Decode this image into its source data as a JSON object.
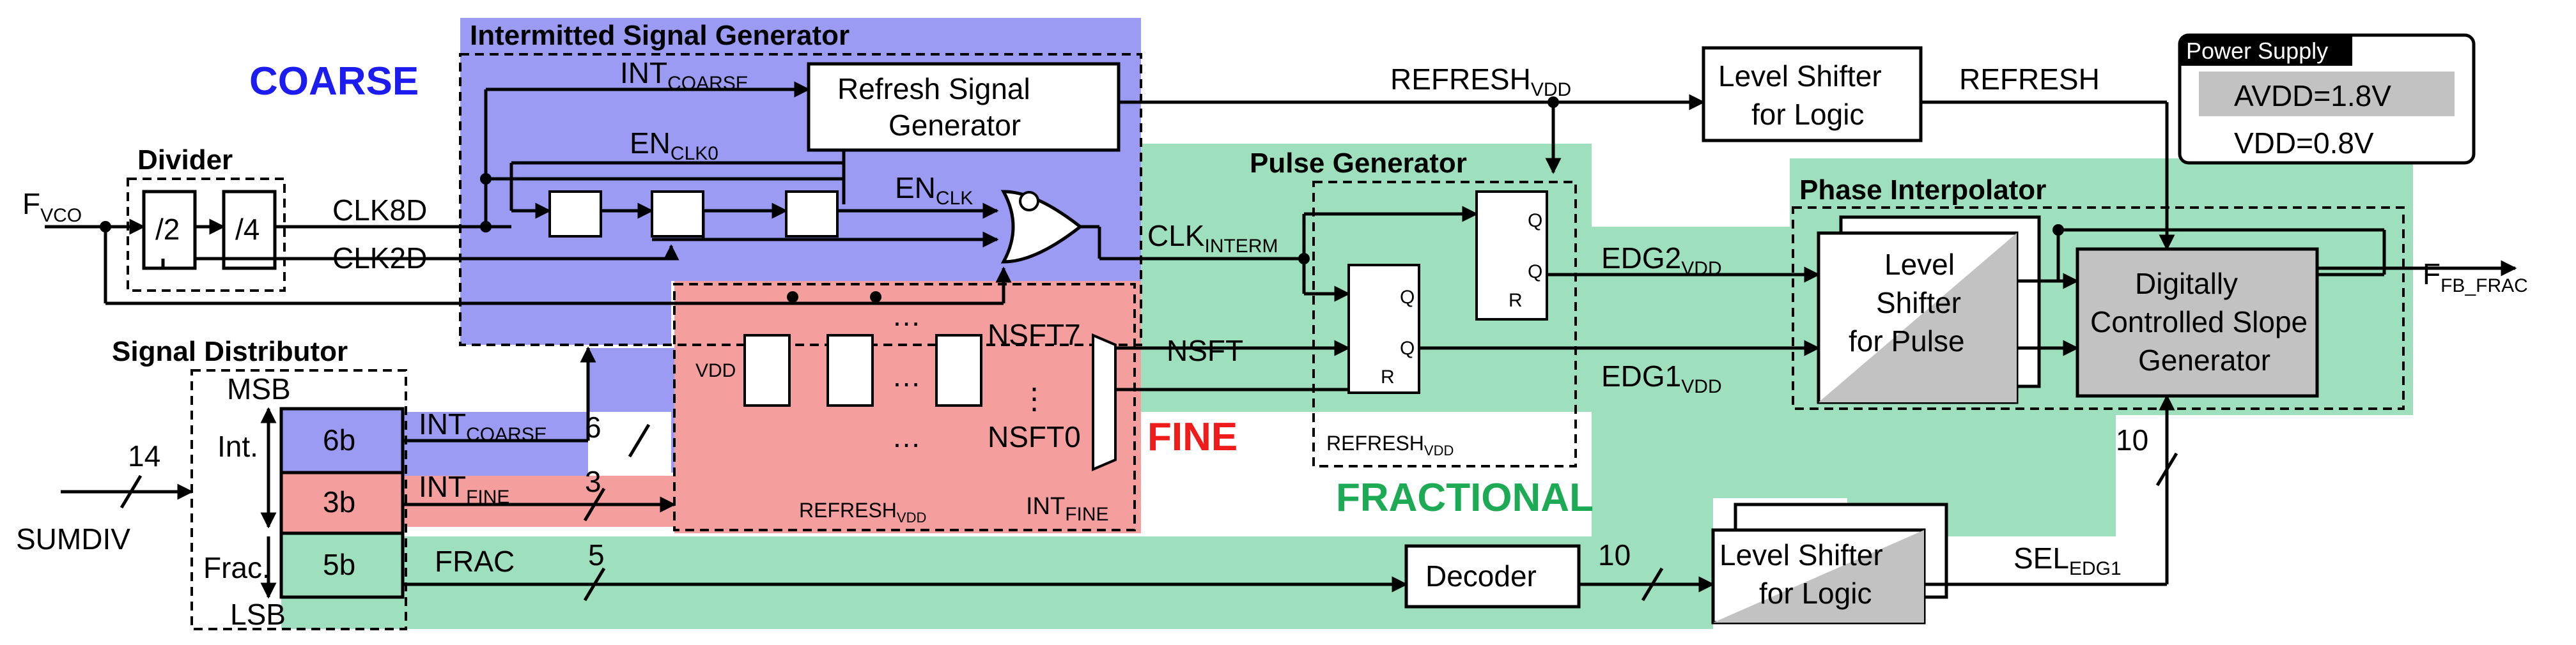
{
  "colors": {
    "coarse_region": "#9b9bf3",
    "fine_region": "#f59e9e",
    "fractional_region": "#9ee0bd",
    "shifter_gray": "#c2c2c2",
    "coarse_text": "#1c1cf0",
    "fine_text": "#f01c1c",
    "fractional_text": "#1cab54"
  },
  "regions": {
    "coarse": "COARSE",
    "fine": "FINE",
    "fractional": "FRACTIONAL"
  },
  "blocks": {
    "isg_title": "Intermitted Signal Generator",
    "divider_title": "Divider",
    "distributor_title": "Signal Distributor",
    "pulse_gen_title": "Pulse Generator",
    "phase_interp_title": "Phase Interpolator",
    "div2": "/2",
    "div4": "/4",
    "refresh_gen_line1": "Refresh Signal",
    "refresh_gen_line2": "Generator",
    "ls_logic_top_line1": "Level Shifter",
    "ls_logic_top_line2": "for Logic",
    "ls_pulse_line1": "Level",
    "ls_pulse_line2": "Shifter",
    "ls_pulse_line3": "for Pulse",
    "dcsg_line1": "Digitally",
    "dcsg_line2": "Controlled Slope",
    "dcsg_line3": "Generator",
    "decoder": "Decoder",
    "ls_logic_bot_line1": "Level Shifter",
    "ls_logic_bot_line2": "for Logic",
    "bits_6b": "6b",
    "bits_3b": "3b",
    "bits_5b": "5b",
    "msb": "MSB",
    "lsb": "LSB",
    "int_label": "Int.",
    "frac_label": "Frac."
  },
  "power_supply": {
    "title": "Power Supply",
    "avdd": "AVDD=1.8V",
    "vdd": "VDD=0.8V"
  },
  "signals": {
    "f": "F",
    "vco_sub": "VCO",
    "clk8d": "CLK8D",
    "clk2d": "CLK2D",
    "int": "INT",
    "coarse_sub": "COARSE",
    "fine_sub": "FINE",
    "en": "EN",
    "clk0_sub": "CLK0",
    "clk_sub": "CLK",
    "refresh": "REFRESH",
    "vdd_sub": "VDD",
    "clk": "CLK",
    "interm_sub": "INTERM",
    "nsft": "NSFT",
    "nsft7": "NSFT7",
    "nsft0": "NSFT0",
    "vdd": "VDD",
    "edg2": "EDG2",
    "edg1": "EDG1",
    "ff_sub": "FB_FRAC",
    "sel": "SEL",
    "edg1_sub": "EDG1",
    "frac": "FRAC",
    "sumdiv": "SUMDIV",
    "q": "Q",
    "r": "R",
    "ellipsis": "…",
    "vdots": "⋮"
  },
  "bus_widths": {
    "sumdiv": "14",
    "int_coarse": "6",
    "int_fine": "3",
    "frac": "5",
    "decoder_out": "10",
    "sel_edg1": "10"
  }
}
